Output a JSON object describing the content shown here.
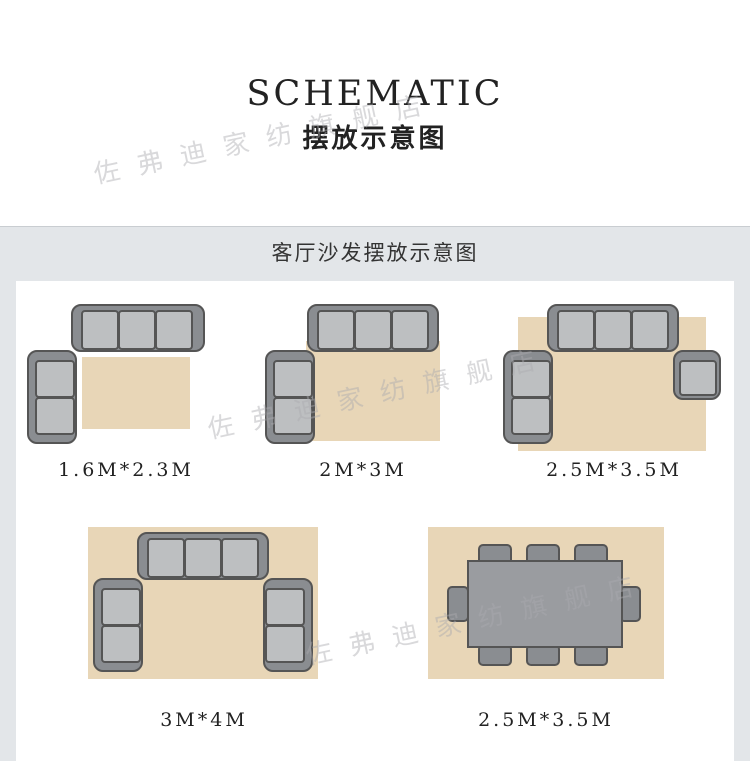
{
  "header": {
    "title_en": "SCHEMATIC",
    "title_cn": "摆放示意图"
  },
  "panel": {
    "heading": "客厅沙发摆放示意图"
  },
  "layouts": [
    {
      "label": "1.6M*2.3M"
    },
    {
      "label": "2M*3M"
    },
    {
      "label": "2.5M*3.5M"
    },
    {
      "label": "3M*4M"
    },
    {
      "label": "2.5M*3.5M"
    }
  ],
  "watermark": "佐弗迪家纺旗舰店",
  "colors": {
    "rug": "#e8d6b7",
    "sofa_frame": "#8a8d91",
    "sofa_seat": "#bdbfc1",
    "panel_bg": "#e3e6e9"
  }
}
